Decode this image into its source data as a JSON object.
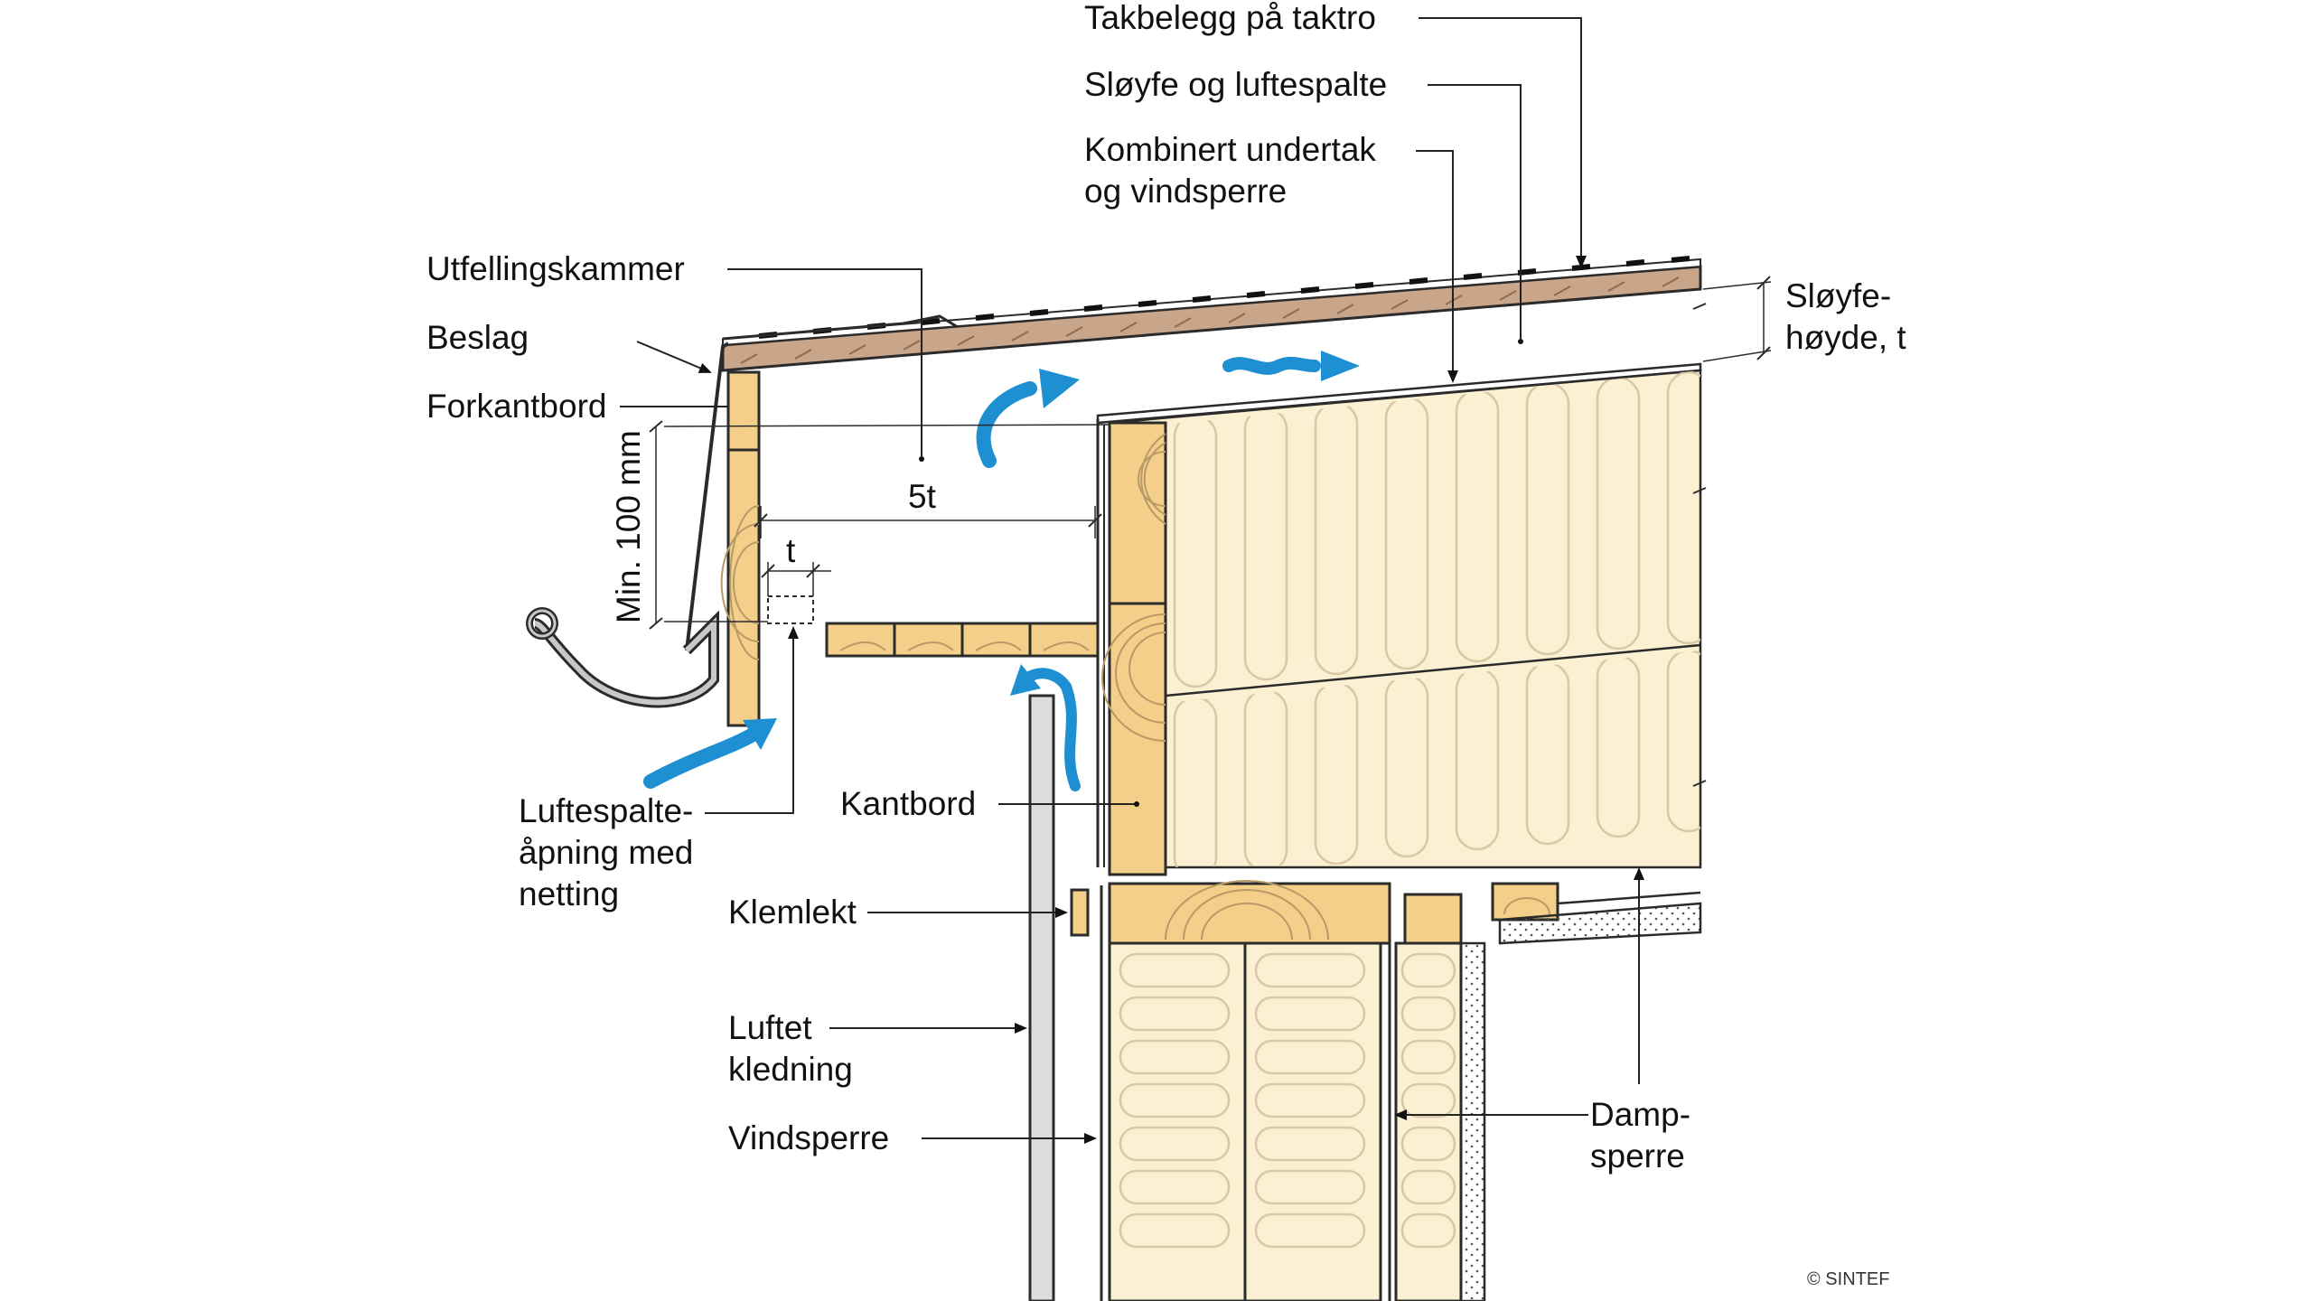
{
  "labels": {
    "takbelegg": "Takbelegg på taktro",
    "sloyfe_luftespalte": "Sløyfe og luftespalte",
    "kombinert_1": "Kombinert undertak",
    "kombinert_2": "og vindsperre",
    "utfellingskammer": "Utfellingskammer",
    "beslag": "Beslag",
    "forkantbord": "Forkantbord",
    "sloyfehoyde_1": "Sløyfe-",
    "sloyfehoyde_2": "høyde, t",
    "min100": "Min. 100 mm",
    "dim_5t": "5t",
    "dim_t": "t",
    "luftespalte_1": "Luftespalte-",
    "luftespalte_2": "åpning med",
    "luftespalte_3": "netting",
    "kantbord": "Kantbord",
    "klemlekt": "Klemlekt",
    "luftet_1": "Luftet",
    "luftet_2": "kledning",
    "vindsperre": "Vindsperre",
    "damp_1": "Damp-",
    "damp_2": "sperre"
  },
  "copyright": "© SINTEF",
  "colors": {
    "wood": "#f3cf8a",
    "insulation": "#fbf0d2",
    "roofing": "#c9a58a",
    "air_arrow": "#1e8fd0",
    "cladding": "#dcdcdc"
  }
}
